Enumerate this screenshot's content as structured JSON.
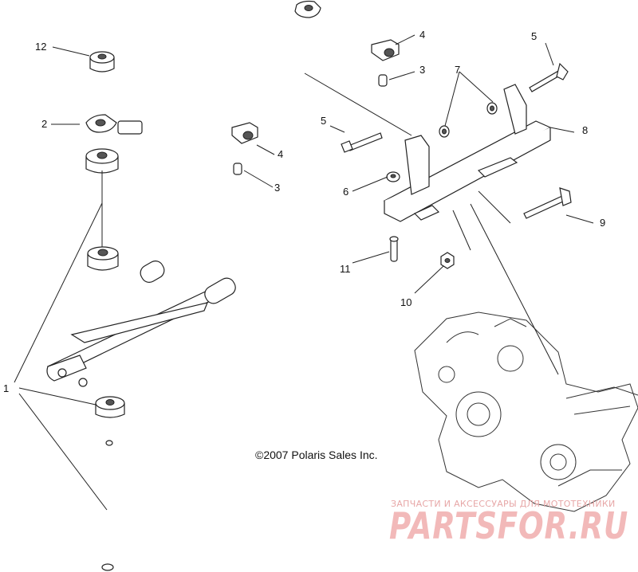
{
  "callouts": {
    "c1": "1",
    "c2": "2",
    "c3a": "3",
    "c3b": "3",
    "c4a": "4",
    "c4b": "4",
    "c5a": "5",
    "c5b": "5",
    "c6": "6",
    "c7": "7",
    "c8": "8",
    "c9": "9",
    "c10": "10",
    "c11": "11",
    "c12": "12"
  },
  "copyright": "©2007 Polaris Sales Inc.",
  "watermark": {
    "tagline": "ЗАПЧАСТИ И АКСЕССУАРЫ ДЛЯ МОТОТЕХНИКИ",
    "brand": "PARTSFOR.RU"
  }
}
